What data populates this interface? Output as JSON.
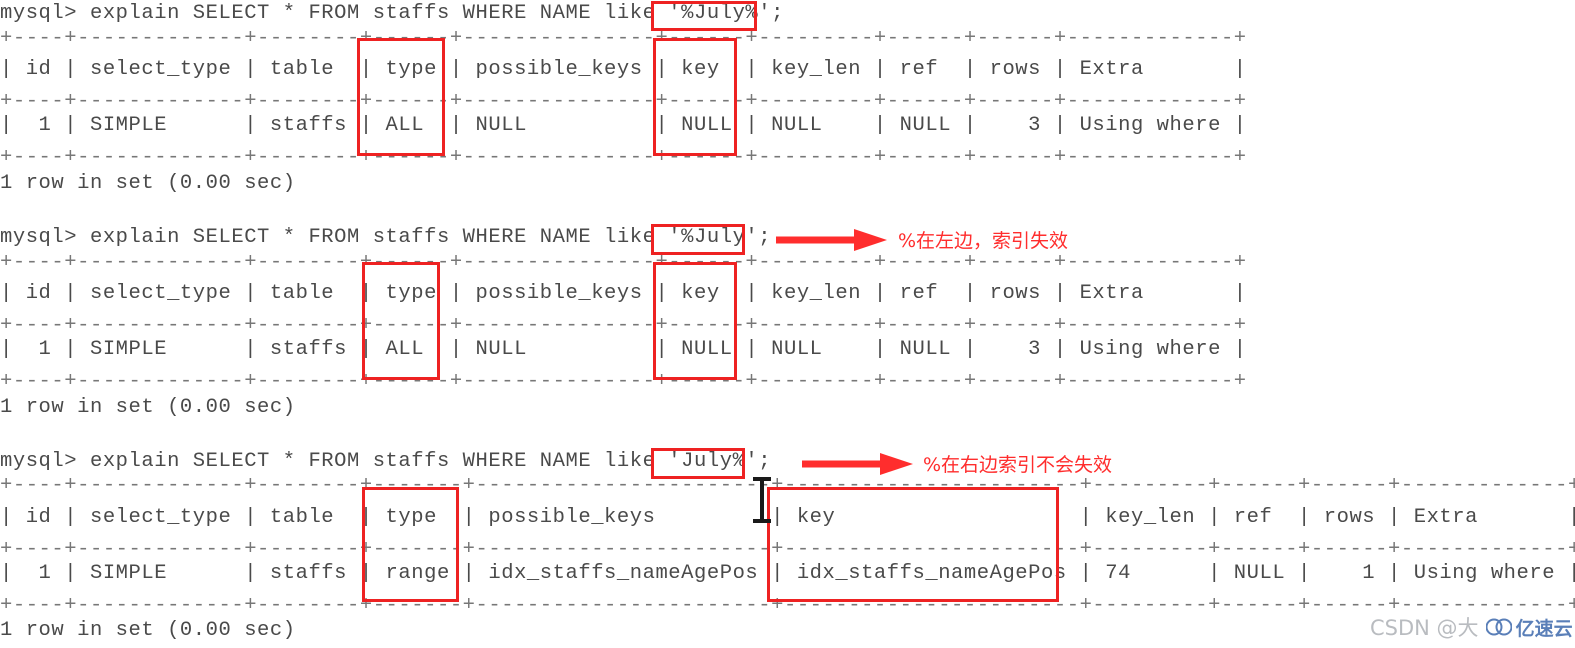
{
  "terminal": {
    "prompt": "mysql>",
    "blocks": [
      {
        "id": "block-1",
        "command": "mysql> explain SELECT * FROM staffs WHERE NAME like '%July%';",
        "sep_top": "+----+-------------+--------+------+---------------+------+---------+------+------+-------------+",
        "header_row": "| id | select_type | table  | type | possible_keys | key  | key_len | ref  | rows | Extra       |",
        "sep_mid": "+----+-------------+--------+------+---------------+------+---------+------+------+-------------+",
        "data_row": "|  1 | SIMPLE      | staffs | ALL  | NULL          | NULL | NULL    | NULL |    3 | Using where |",
        "sep_bot": "+----+-------------+--------+------+---------------+------+---------+------+------+-------------+",
        "footer": "1 row in set (0.00 sec)",
        "highlight_literal": "'%July%'",
        "annotation": ""
      },
      {
        "id": "block-2",
        "command": "mysql> explain SELECT * FROM staffs WHERE NAME like '%July';",
        "sep_top": "+----+-------------+--------+------+---------------+------+---------+------+------+-------------+",
        "header_row": "| id | select_type | table  | type | possible_keys | key  | key_len | ref  | rows | Extra       |",
        "sep_mid": "+----+-------------+--------+------+---------------+------+---------+------+------+-------------+",
        "data_row": "|  1 | SIMPLE      | staffs | ALL  | NULL          | NULL | NULL    | NULL |    3 | Using where |",
        "sep_bot": "+----+-------------+--------+------+---------------+------+---------+------+------+-------------+",
        "footer": "1 row in set (0.00 sec)",
        "highlight_literal": "'%July'",
        "annotation": "%在左边，索引失效"
      },
      {
        "id": "block-3",
        "command": "mysql> explain SELECT * FROM staffs WHERE NAME like 'July%';",
        "sep_top": "+----+-------------+--------+-------+-----------------------+-----------------------+---------+------+------+-------------+",
        "header_row": "| id | select_type | table  | type  | possible_keys         | key                   | key_len | ref  | rows | Extra       |",
        "sep_mid": "+----+-------------+--------+-------+-----------------------+-----------------------+---------+------+------+-------------+",
        "data_row": "|  1 | SIMPLE      | staffs | range | idx_staffs_nameAgePos | idx_staffs_nameAgePos | 74      | NULL |    1 | Using where |",
        "sep_bot": "+----+-------------+--------+-------+-----------------------+-----------------------+---------+------+------+-------------+",
        "footer": "1 row in set (0.00 sec)",
        "highlight_literal": "'July%'",
        "annotation": "%在右边索引不会失效"
      }
    ],
    "explain_columns": [
      "id",
      "select_type",
      "table",
      "type",
      "possible_keys",
      "key",
      "key_len",
      "ref",
      "rows",
      "Extra"
    ],
    "rows_values": [
      [
        "1",
        "SIMPLE",
        "staffs",
        "ALL",
        "NULL",
        "NULL",
        "NULL",
        "NULL",
        "3",
        "Using where"
      ],
      [
        "1",
        "SIMPLE",
        "staffs",
        "ALL",
        "NULL",
        "NULL",
        "NULL",
        "NULL",
        "3",
        "Using where"
      ],
      [
        "1",
        "SIMPLE",
        "staffs",
        "range",
        "idx_staffs_nameAgePos",
        "idx_staffs_nameAgePos",
        "74",
        "NULL",
        "1",
        "Using where"
      ]
    ]
  },
  "colors": {
    "annotation_red": "#ff2d2d",
    "box_red": "#ee2222",
    "terminal_text": "#4a4a4a",
    "background": "#ffffff"
  },
  "watermark": {
    "csdn": "CSDN @大",
    "brand": "亿速云"
  }
}
